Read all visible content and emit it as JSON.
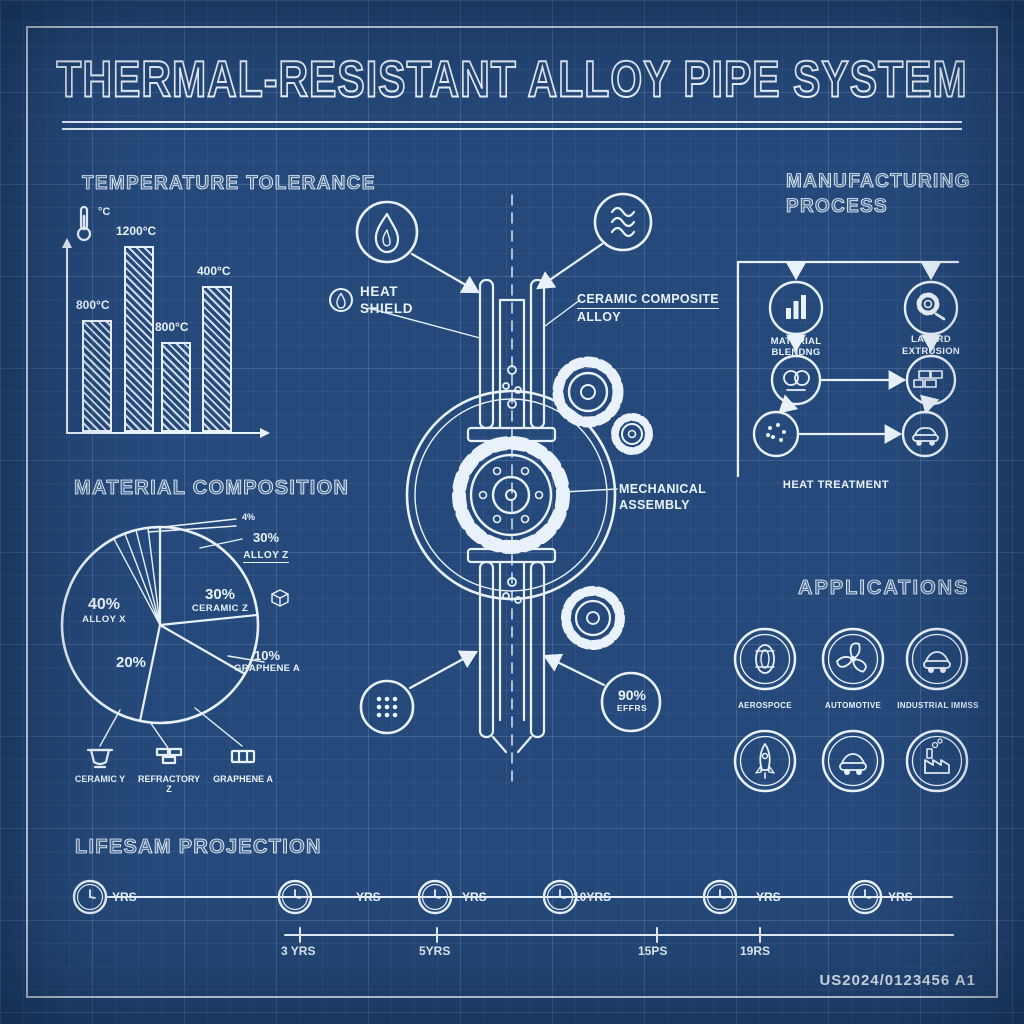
{
  "colors": {
    "background": "#25497a",
    "ink": "#e9f2fb",
    "grid": "rgba(220,235,255,0.08)"
  },
  "title": {
    "text": "THERMAL-RESISTANT ALLOY PIPE SYSTEM"
  },
  "temperature_tolerance": {
    "heading": "TEMPERATURE TOLERANCE",
    "unit": "°C",
    "bars": [
      {
        "label": "800°C"
      },
      {
        "label": "1200°C"
      },
      {
        "label": "800°C"
      },
      {
        "label": "400°C"
      }
    ]
  },
  "material_composition": {
    "heading": "MATERIAL COMPOSITION",
    "inside_labels": [
      {
        "pct": "40%",
        "name": "ALLOY X"
      },
      {
        "pct": "20%",
        "name": ""
      },
      {
        "pct": "30%",
        "name": "CERAMIC Z"
      }
    ],
    "outside_labels": [
      {
        "pct": "30%",
        "name": "ALLOY Z"
      },
      {
        "pct": "10%",
        "name": "GRAPHENE A"
      },
      {
        "pct": "4%",
        "name": ""
      }
    ],
    "legend": [
      {
        "label": "CERAMIC Y",
        "icon": "crucible-icon"
      },
      {
        "label": "REFRACTORY Z",
        "icon": "bricks-icon"
      },
      {
        "label": "GRAPHENE A",
        "icon": "brick-icon"
      }
    ]
  },
  "assembly": {
    "heat_shield_line1": "HEAT",
    "heat_shield_line2": "SHIELD",
    "ceramic_line1": "CERAMIC COMPOSITE",
    "ceramic_line2": "ALLOY",
    "mechanical_line1": "MECHANICAL",
    "mechanical_line2": "ASSEMBLY",
    "efficiency_value": "90%",
    "efficiency_label": "EFFRS",
    "icons": [
      "flame-icon",
      "coil-icon",
      "dots-icon",
      "gear-icon"
    ]
  },
  "manufacturing": {
    "heading_line1": "MANUFACTURING",
    "heading_line2": "PROCESS",
    "step1": "MATERIAL BLENDNG",
    "step2_line1": "LAYERD",
    "step2_line2": "EXTRUSION",
    "step3": "HEAT TREATMENT",
    "icons": [
      "bar-chart-icon",
      "gear-wrench-icon",
      "blend-icon",
      "bricks-icon",
      "particles-icon",
      "car-icon"
    ]
  },
  "applications": {
    "heading": "APPLICATIONS",
    "labels": [
      "AEROSPOCE",
      "AUTOMOTIVE",
      "INDUSTRIAL IMMSS"
    ],
    "icons": [
      "jet-engine-icon",
      "turbine-icon",
      "car-icon",
      "rocket-icon",
      "car-icon",
      "factory-icon"
    ]
  },
  "lifespan": {
    "heading": "LIFESAM PROJECTION",
    "unit": "YRS",
    "mid_label": "10YRS",
    "ticks": [
      "3 YRS",
      "5YRS",
      "15PS",
      "19RS"
    ]
  },
  "patent_number": "US2024/0123456 A1",
  "chart_data": [
    {
      "type": "bar",
      "title": "TEMPERATURE TOLERANCE",
      "categories": [
        "800°C",
        "1200°C",
        "800°C",
        "400°C"
      ],
      "values": [
        800,
        1200,
        800,
        400
      ],
      "xlabel": "",
      "ylabel": "°C",
      "ylim": [
        0,
        1200
      ],
      "grid": false,
      "style": "hatched-blueprint-bars"
    },
    {
      "type": "pie",
      "title": "MATERIAL COMPOSITION",
      "labels": [
        "ALLOY X",
        "(unlabeled)",
        "CERAMIC Z",
        "GRAPHENE A",
        "ALLOY Z",
        "(sliver)"
      ],
      "values": [
        40,
        20,
        30,
        10,
        30,
        4
      ]
    }
  ]
}
